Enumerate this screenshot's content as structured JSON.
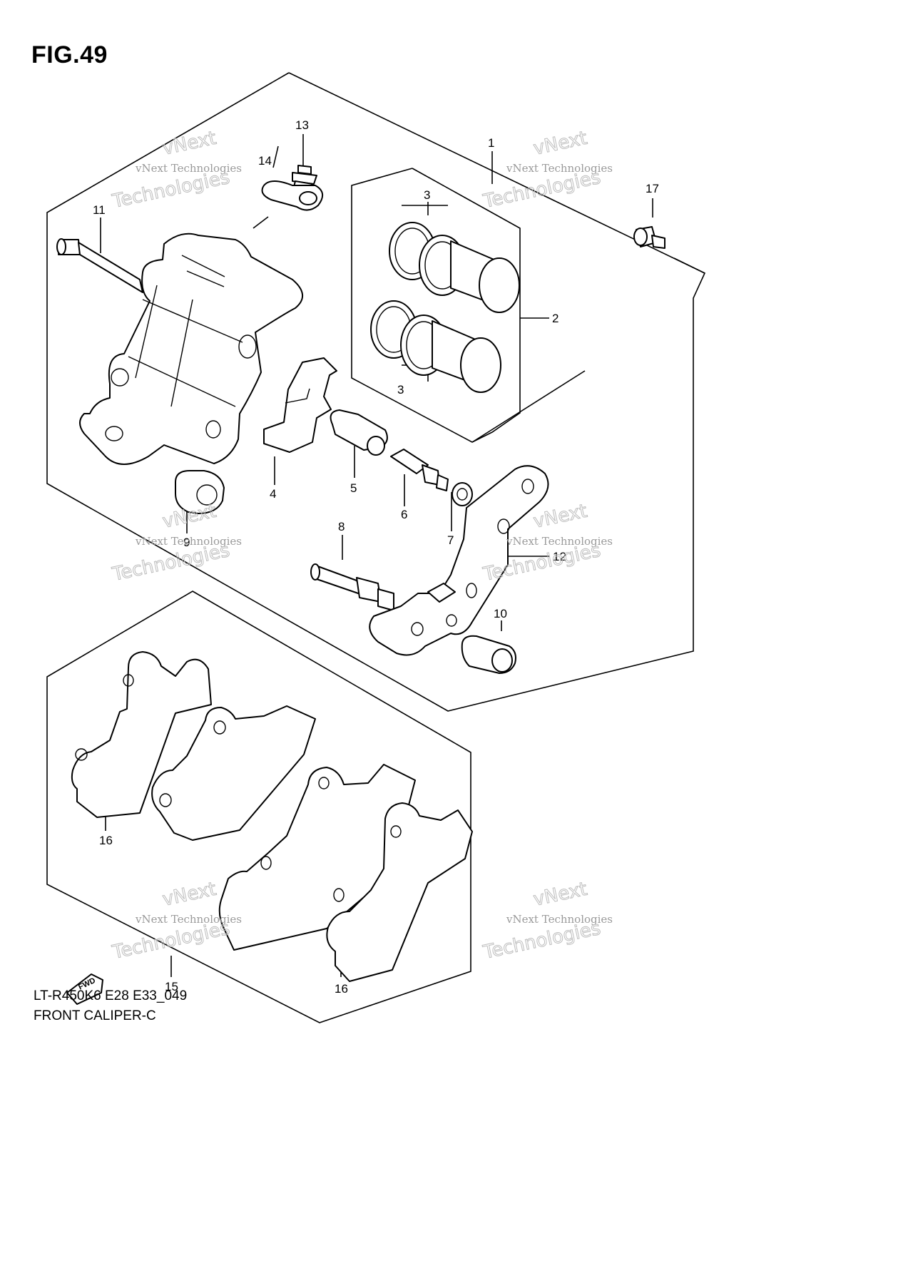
{
  "figure": {
    "title": "FIG.49",
    "model_code": "LT-R450K6 E28 E33_049",
    "name": "FRONT CALIPER-C"
  },
  "part_labels": [
    "1",
    "2",
    "3",
    "3",
    "4",
    "5",
    "6",
    "7",
    "8",
    "9",
    "10",
    "11",
    "12",
    "13",
    "14",
    "15",
    "16",
    "16",
    "17"
  ],
  "direction_marker": "FWD",
  "watermarks": [
    {
      "line1": "vNext",
      "line2": "vNext Technologies",
      "line3": "Technologies"
    },
    {
      "line1": "vNext",
      "line2": "vNext Technologies",
      "line3": "Technologies"
    },
    {
      "line1": "vNext",
      "line2": "vNext Technologies",
      "line3": "Technologies"
    },
    {
      "line1": "vNext",
      "line2": "vNext Technologies",
      "line3": "Technologies"
    },
    {
      "line1": "vNext",
      "line2": "vNext Technologies",
      "line3": "Technologies"
    },
    {
      "line1": "vNext",
      "line2": "vNext Technologies",
      "line3": "Technologies"
    }
  ]
}
